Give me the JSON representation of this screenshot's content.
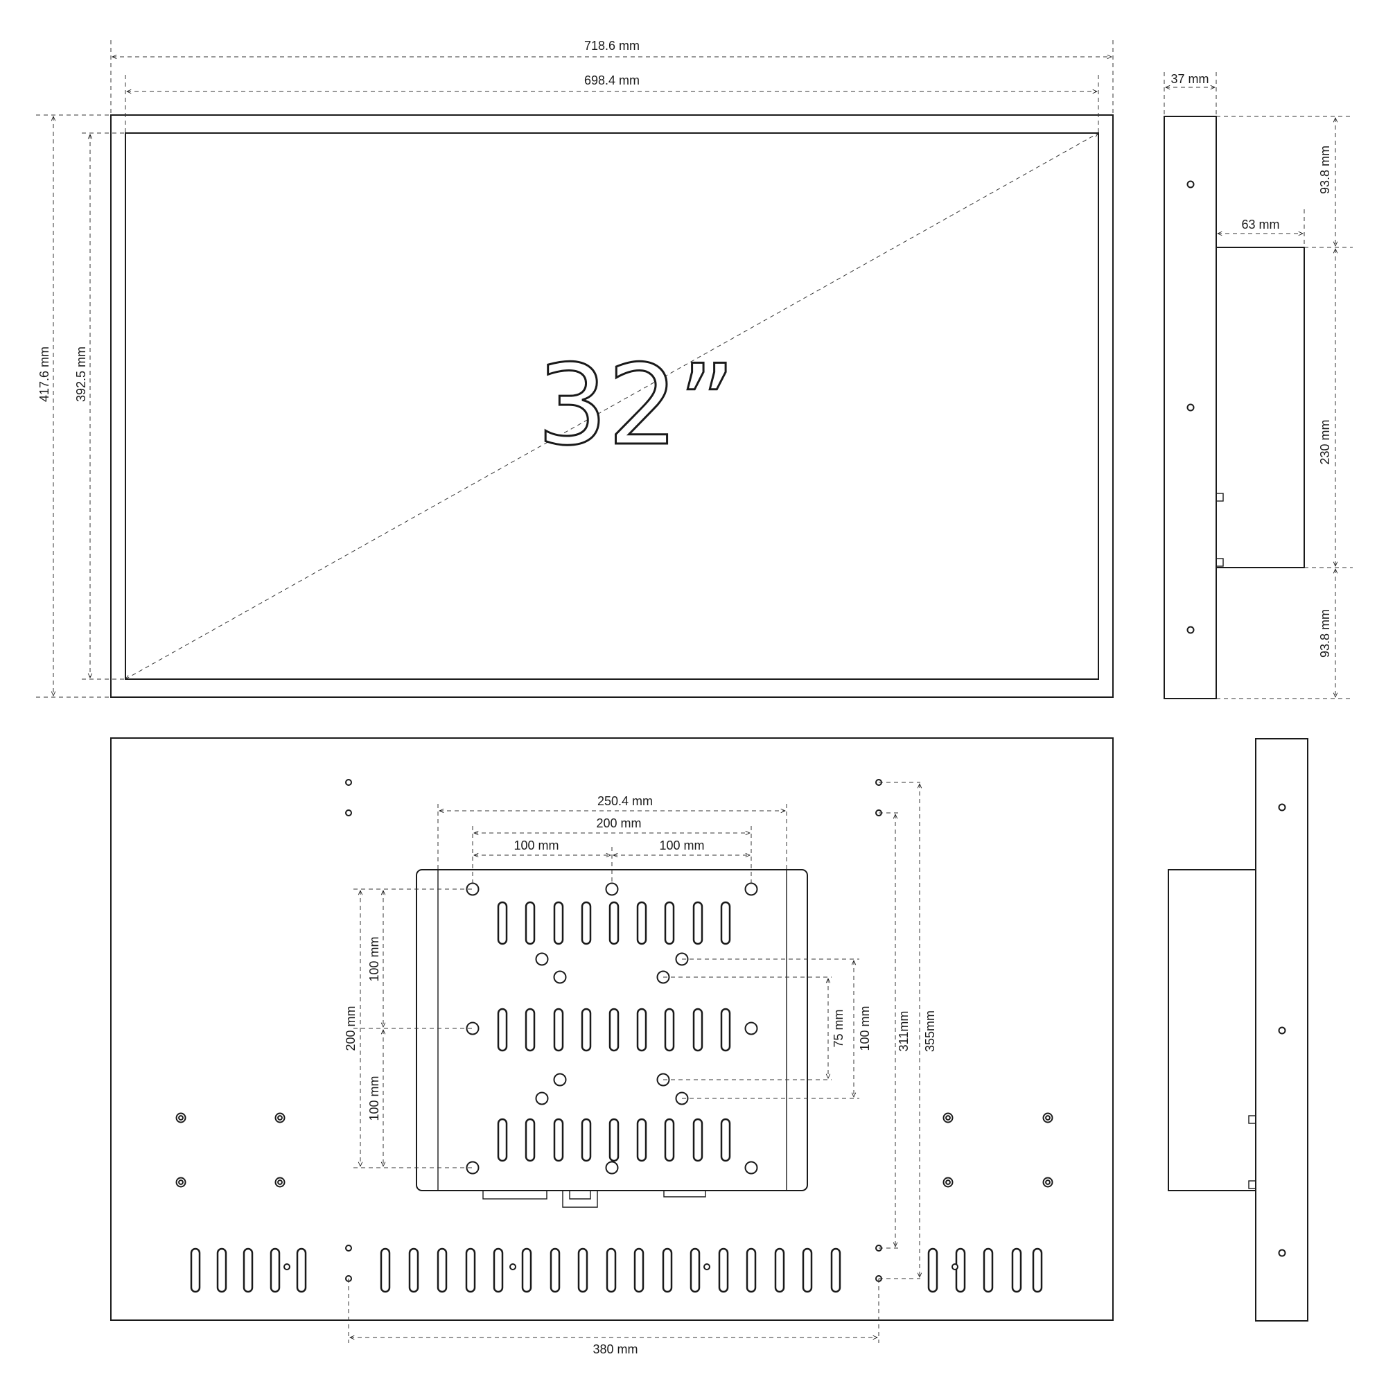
{
  "colors": {
    "line": "#1a1a1a",
    "background": "#ffffff"
  },
  "front_view": {
    "diagonal_label": "32”",
    "outer_width": "718.6 mm",
    "inner_width": "698.4 mm",
    "outer_height": "417.6 mm",
    "inner_height": "392.5 mm"
  },
  "side_view": {
    "depth": "37 mm",
    "box_depth": "63 mm",
    "top_offset": "93.8 mm",
    "box_height": "230 mm",
    "bottom_offset": "93.8 mm"
  },
  "rear_view": {
    "plate_width": "250.4 mm",
    "vesa_200_h": "200 mm",
    "vesa_100_left": "100 mm",
    "vesa_100_right": "100 mm",
    "vesa_200_v": "200 mm",
    "vesa_100_v_top": "100 mm",
    "vesa_100_v_bottom": "100 mm",
    "vesa_75": "75 mm",
    "vesa_100_v": "100 mm",
    "hole_311": "311mm",
    "hole_355": "355mm",
    "hole_380": "380 mm"
  }
}
